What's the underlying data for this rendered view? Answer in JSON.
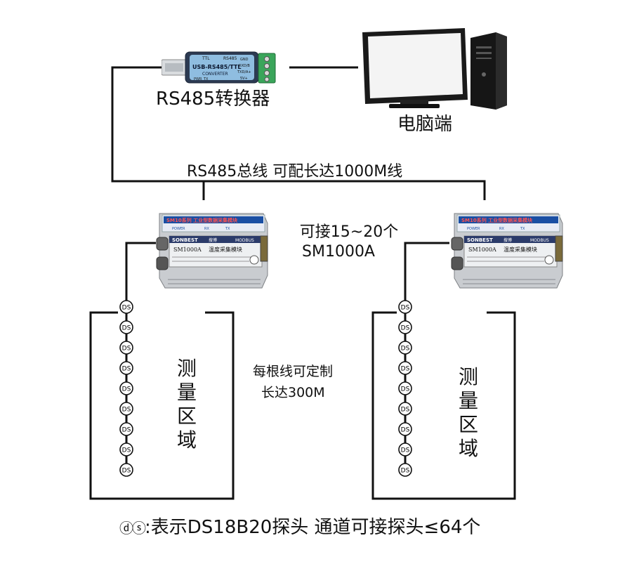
{
  "converter": {
    "label": "RS485转换器",
    "device_line1": "USB-RS485/TTL",
    "device_line2": "CONVERTER",
    "pin_labels": [
      "GND",
      "RXD/B",
      "TXD/A+",
      "5V+"
    ],
    "top_labels": [
      "TTL",
      "RS485"
    ],
    "led_labels": [
      "PWR",
      "TX"
    ]
  },
  "computer": {
    "label": "电脑端"
  },
  "bus": {
    "label": "RS485总线 可配长达1000M线"
  },
  "module_note": {
    "line1": "可接15~20个",
    "line2": "SM1000A"
  },
  "module": {
    "series": "SM10系列 工业型数据采集模块",
    "leds": [
      "POWER",
      "RX",
      "TX"
    ],
    "brand": "SONBEST",
    "brand_cn": "搜博",
    "protocol": "MODBUS",
    "model": "SM1000A",
    "model_desc": "温度采集模块"
  },
  "probe": {
    "tag": "DS",
    "count_per_chain": 9
  },
  "wire_note": {
    "line1": "每根线可定制",
    "line2": "长达300M"
  },
  "area": {
    "chars": [
      "测",
      "量",
      "区",
      "域"
    ]
  },
  "footer": {
    "symbol": "ⓓⓢ",
    "text": ":表示DS18B20探头 通道可接探头≤64个"
  },
  "colors": {
    "line": "#111111",
    "module_blue": "#1a4fa3",
    "screen": "#f4f4f4",
    "green_terminal": "#3aa55a"
  }
}
